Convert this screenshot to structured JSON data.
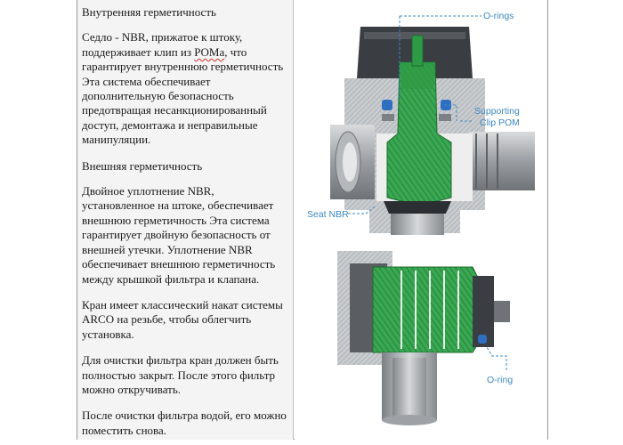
{
  "text": {
    "p1_title": "Внутренняя герметичность",
    "p2_a": "Седло - NBR, прижатое к штоку, поддерживает клип из ",
    "p2_b": "POMа",
    "p2_c": ", что гарантирует внутреннюю герметичность Эта система обеспечивает дополнительную безопасность предотвращая несанкционированный доступ, демонтажа и неправильные манипуляции.",
    "p3_title": "Внешняя герметичность",
    "p4": "Двойное уплотнение NBR, установленное на штоке, обеспечивает внешнюю герметичность Эта система гарантирует двойную безопасность от внешней утечки. Уплотнение NBR обеспечивает внешнюю герметичность между крышкой фильтра и клапана.",
    "p5": "Кран имеет классический накат системы ARCO на резьбе, чтобы облегчить установка.",
    "p6": "Для очистки фильтра кран должен быть полностью закрыт. После этого фильтр можно откручивать.",
    "p7": "После очистки фильтра водой, его можно поместить снова."
  },
  "figure": {
    "label_orings": "O-rings",
    "label_supporting": "Supporting",
    "label_clip": "Clip POM",
    "label_seat": "Seat NBR",
    "label_oring": "O-ring"
  },
  "colors": {
    "label_blue": "#3c88c4",
    "metal_grey": "#8c8f93",
    "dark_cap": "#3a3d42",
    "green_stem": "#2f9a45",
    "seal_blue": "#2f6fc2"
  }
}
